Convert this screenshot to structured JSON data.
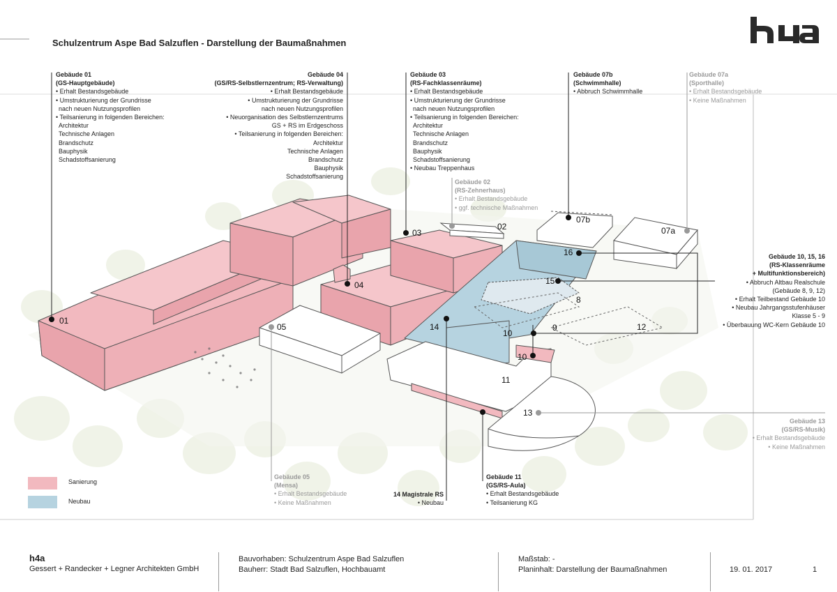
{
  "title": "Schulzentrum Aspe Bad Salzuflen - Darstellung der Baumaßnahmen",
  "logo_text": "h4a",
  "colors": {
    "sanierung": "#f2b9bf",
    "neubau": "#b6d3e0",
    "existing": "#ffffff",
    "text": "#222222",
    "muted": "#9a9a9a"
  },
  "callouts": {
    "g01": {
      "title": "Gebäude 01",
      "subtitle": "(GS-Hauptgebäude)",
      "lines": [
        "• Erhalt Bestandsgebäude",
        "• Umstrukturierung der Grundrisse",
        "  nach neuen Nutzungsprofilen",
        "• Teilsanierung in folgenden Bereichen:",
        "  Architektur",
        "  Technische Anlagen",
        "  Brandschutz",
        "  Bauphysik",
        "  Schadstoffsanierung"
      ]
    },
    "g04": {
      "title": "Gebäude 04",
      "subtitle": "(GS/RS-Selbstlernzentrum; RS-Verwaltung)",
      "lines": [
        "• Erhalt Bestandsgebäude",
        "• Umstrukturierung der Grundrisse",
        "nach neuen Nutzungsprofilen",
        "• Neuorganisation des Selbstlernzentrums",
        "GS + RS im Erdgeschoss",
        "• Teilsanierung in folgenden Bereichen:",
        "Architektur",
        "Technische Anlagen",
        "Brandschutz",
        "Bauphysik",
        "Schadstoffsanierung"
      ]
    },
    "g03": {
      "title": "Gebäude 03",
      "subtitle": "(RS-Fachklassenräume)",
      "lines": [
        "• Erhalt Bestandsgebäude",
        "• Umstrukturierung der Grundrisse",
        "  nach neuen Nutzungsprofilen",
        "• Teilsanierung in folgenden Bereichen:",
        "  Architektur",
        "  Technische Anlagen",
        "  Brandschutz",
        "  Bauphysik",
        "  Schadstoffsanierung",
        "• Neubau Treppenhaus"
      ]
    },
    "g07b": {
      "title": "Gebäude 07b",
      "subtitle": "(Schwimmhalle)",
      "lines": [
        "• Abbruch Schwimmhalle"
      ]
    },
    "g07a": {
      "title": "Gebäude 07a",
      "subtitle": "(Sporthalle)",
      "lines": [
        "• Erhalt Bestandsgebäude",
        "• Keine Maßnahmen"
      ]
    },
    "g02": {
      "title": "Gebäude 02",
      "subtitle": "(RS-Zehnerhaus)",
      "lines": [
        "• Erhalt Bestandsgebäude",
        "• ggf. technische Maßnahmen"
      ]
    },
    "g10": {
      "title": "Gebäude 10, 15, 16",
      "subtitle": "(RS-Klassenräume",
      "subtitle2": "+ Multifunktionsbereich)",
      "lines": [
        "• Abbruch Altbau Realschule",
        "(Gebäude 8, 9, 12)",
        "• Erhalt Teilbestand Gebäude 10",
        "• Neubau Jahrgangsstufenhäuser",
        "Klasse 5 - 9",
        "• Überbauung  WC-Kern Gebäude 10"
      ]
    },
    "g13": {
      "title": "Gebäude 13",
      "subtitle": "(GS/RS-Musik)",
      "lines": [
        "• Erhalt Bestandsgebäude",
        "• Keine Maßnahmen"
      ]
    },
    "g05": {
      "title": "Gebäude 05",
      "subtitle": "(Mensa)",
      "lines": [
        "• Erhalt Bestandsgebäude",
        "• Keine Maßnahmen"
      ]
    },
    "g14": {
      "title": "14 Magistrale RS",
      "lines": [
        "• Neubau"
      ]
    },
    "g11": {
      "title": "Gebäude 11",
      "subtitle": "(GS/RS-Aula)",
      "lines": [
        "• Erhalt Bestandsgebäude",
        "• Teilsanierung KG"
      ]
    }
  },
  "labels": {
    "l01": "01",
    "l02": "02",
    "l03": "03",
    "l04": "04",
    "l05": "05",
    "l07a": "07a",
    "l07b": "07b",
    "l8": "8",
    "l9": "9",
    "l10a": "10",
    "l10b": "10",
    "l11": "11",
    "l12": "12",
    "l13": "13",
    "l14": "14",
    "l15": "15",
    "l16": "16"
  },
  "legend": {
    "sanierung": "Sanierung",
    "neubau": "Neubau"
  },
  "footer": {
    "logo_text": "h4a",
    "company": "Gessert + Randecker + Legner Architekten GmbH",
    "project": "Bauvorhaben: Schulzentrum Aspe Bad Salzuflen",
    "client": "Bauherr: Stadt Bad Salzuflen, Hochbauamt",
    "scale": "Maßstab: -",
    "plan": "Planinhalt: Darstellung der Baumaßnahmen",
    "date": "19. 01. 2017",
    "page": "1"
  }
}
